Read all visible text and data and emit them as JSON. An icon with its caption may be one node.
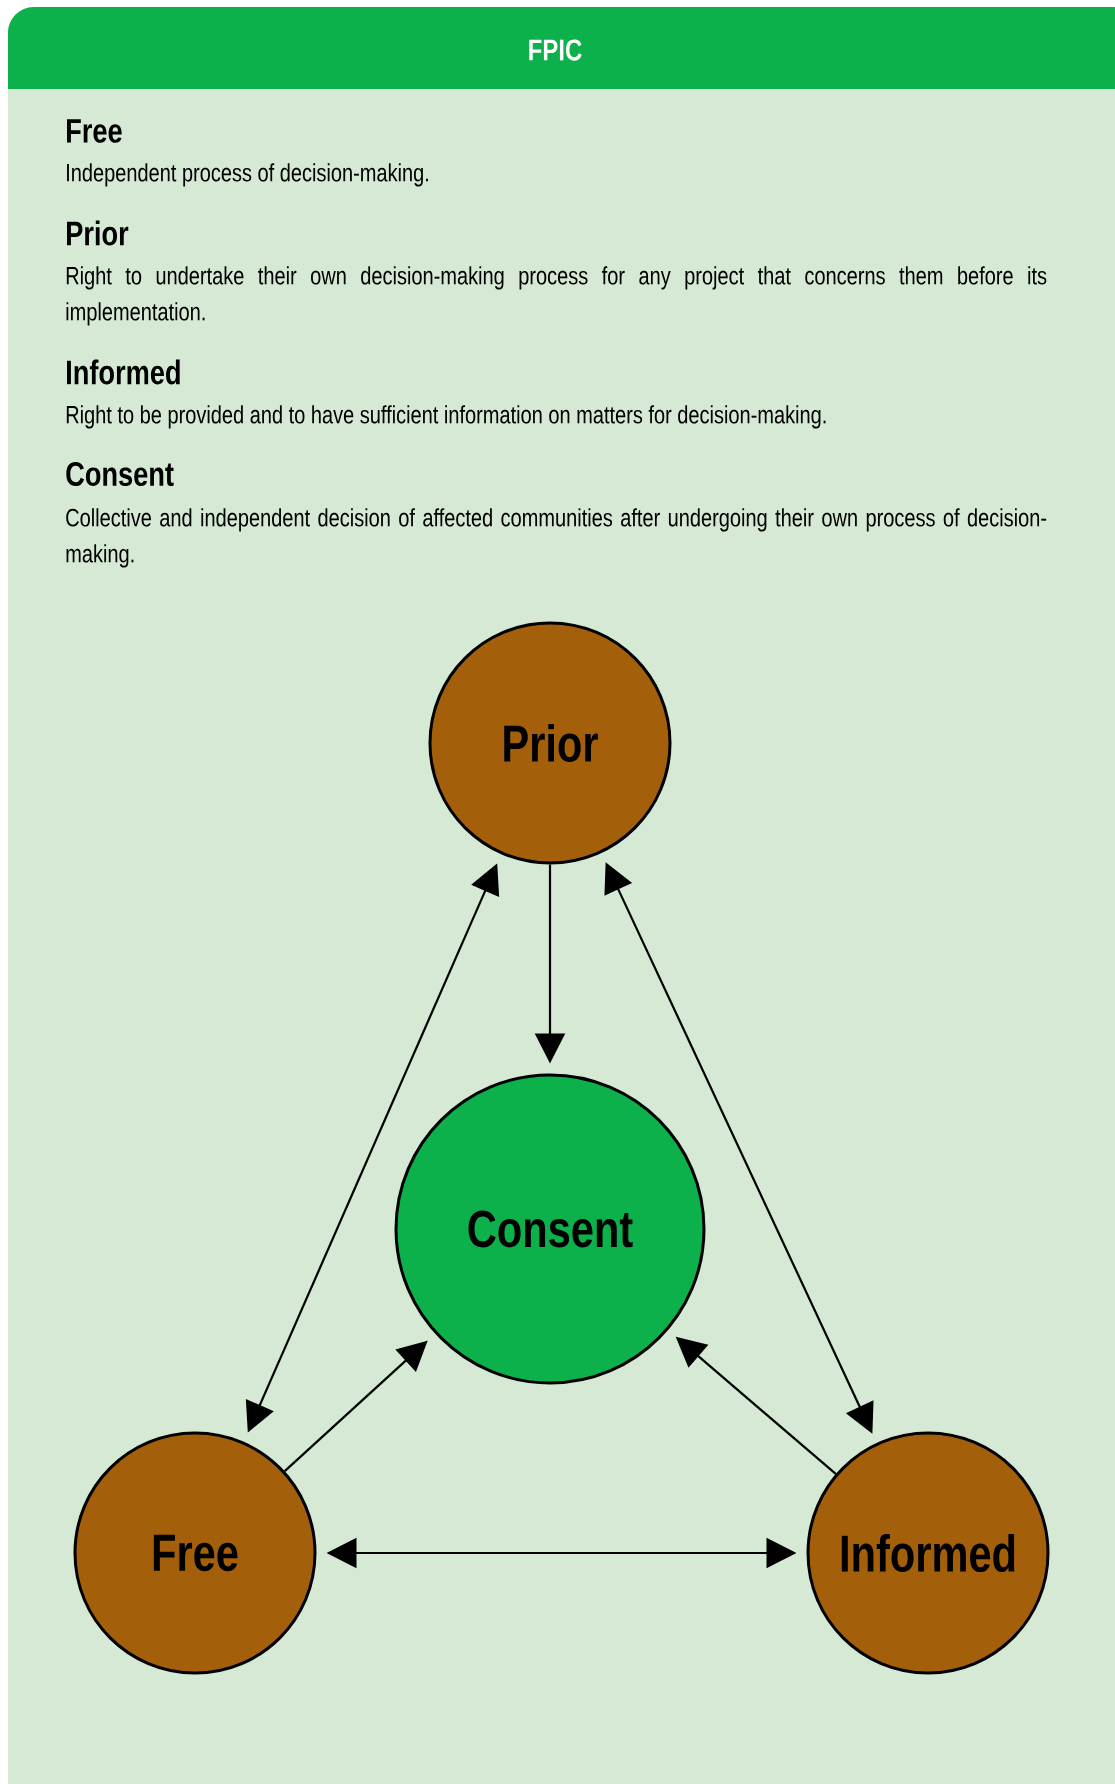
{
  "diagram": {
    "title": "FPIC",
    "nodes": [
      {
        "text": [
          "Prior"
        ]
      },
      {
        "text": [
          "Consent"
        ]
      },
      {
        "text": [
          "Free"
        ]
      },
      {
        "text": [
          "Informed"
        ]
      }
    ],
    "edges": [
      {
        "from": 0,
        "to": 1,
        "arrow": "to"
      },
      {
        "from": 0,
        "to": 2,
        "arrow": "both"
      },
      {
        "from": 0,
        "to": 3,
        "arrow": "both"
      },
      {
        "from": 2,
        "to": 1,
        "arrow": "to"
      },
      {
        "from": 3,
        "to": 1,
        "arrow": "to"
      },
      {
        "from": 2,
        "to": 3,
        "arrow": "both"
      }
    ],
    "labels": [
      "Free",
      "Independent process of decision-making.",
      "Prior",
      "Right to undertake their own decision-making process for any project that concerns them before its implementation.",
      "Informed",
      "Right to be provided and to have sufficient information on matters for decision-making.",
      "Consent",
      "Collective and independent decision of affected communities after undergoing their own process of decision-making."
    ]
  }
}
